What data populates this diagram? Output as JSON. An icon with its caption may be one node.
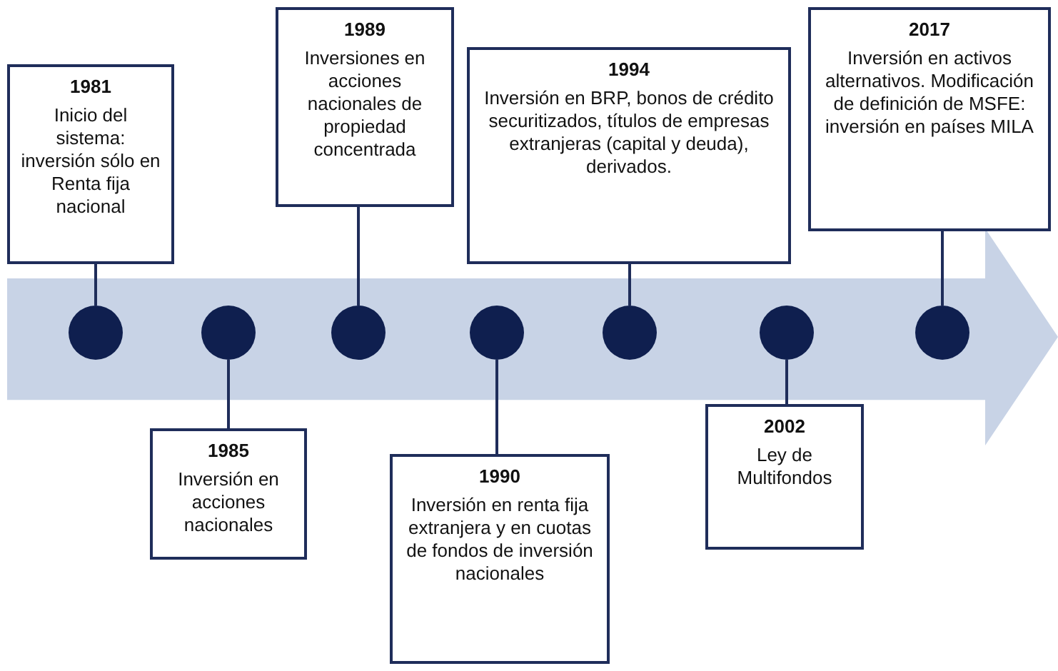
{
  "diagram": {
    "nodes": [
      {
        "text": [
          "1981",
          "Inicio del sistema: inversión sólo en Renta fija nacional"
        ]
      },
      {
        "text": [
          "1985",
          "Inversión en acciones nacionales"
        ]
      },
      {
        "text": [
          "1989",
          "Inversiones en acciones nacionales de propiedad concentrada"
        ]
      },
      {
        "text": [
          "1990",
          "Inversión en renta fija extranjera y en cuotas de fondos de inversión nacionales"
        ]
      },
      {
        "text": [
          "1994",
          "Inversión en BRP, bonos de crédito securitizados, títulos de empresas extranjeras (capital y deuda), derivados."
        ]
      },
      {
        "text": [
          "2002",
          "Ley de Multifondos"
        ]
      },
      {
        "text": [
          "2017",
          "Inversión en activos alternativos. Modificación de definición de MSFE: inversión en países MILA"
        ]
      },
      {
        "text": [],
        "shape": "arrow"
      },
      {
        "text": [],
        "shape": "circle",
        "in": 7
      },
      {
        "text": [],
        "shape": "circle",
        "in": 7
      },
      {
        "text": [],
        "shape": "circle",
        "in": 7
      },
      {
        "text": [],
        "shape": "circle",
        "in": 7
      },
      {
        "text": [],
        "shape": "circle",
        "in": 7
      },
      {
        "text": [],
        "shape": "circle",
        "in": 7
      },
      {
        "text": [],
        "shape": "circle",
        "in": 7
      }
    ],
    "edges": [
      {
        "from": 0,
        "to": 8,
        "arrow": "none"
      },
      {
        "from": 1,
        "to": 9,
        "arrow": "none"
      },
      {
        "from": 2,
        "to": 10,
        "arrow": "none"
      },
      {
        "from": 3,
        "to": 11,
        "arrow": "none"
      },
      {
        "from": 4,
        "to": 12,
        "arrow": "none"
      },
      {
        "from": 5,
        "to": 13,
        "arrow": "none"
      },
      {
        "from": 6,
        "to": 14,
        "arrow": "none"
      }
    ]
  }
}
